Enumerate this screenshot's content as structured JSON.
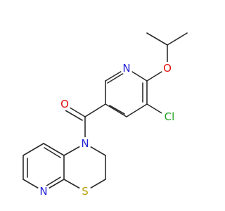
{
  "colors": {
    "carbon_bond": "#2b2b2b",
    "nitrogen": "#2323d6",
    "oxygen": "#e01010",
    "sulfur": "#b8a000",
    "chlorine": "#1fa31f",
    "background": "#ffffff"
  },
  "atoms": {
    "n_pyridine_top": "N",
    "o_ether": "O",
    "cl": "Cl",
    "o_carbonyl": "O",
    "n_amide": "N",
    "n_pyridine_bottom": "N",
    "s_thiazine": "S"
  }
}
